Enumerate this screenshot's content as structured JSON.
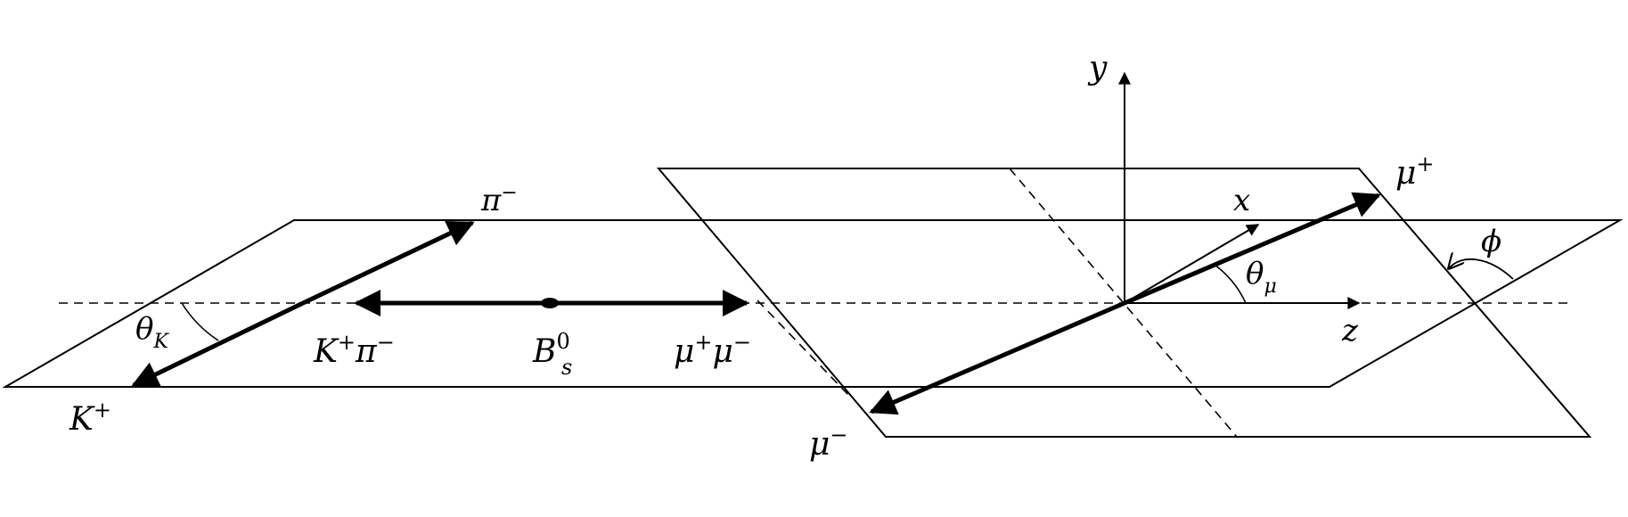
{
  "labels": {
    "pi_minus": {
      "base": "π",
      "sup": "−"
    },
    "k_plus": {
      "base": "K",
      "sup": "+"
    },
    "theta_k": {
      "base": "θ",
      "sub": "K"
    },
    "kpi_system": {
      "k": "K",
      "k_sup": "+",
      "pi": "π",
      "pi_sup": "−"
    },
    "bs0": {
      "base": "B",
      "sup": "0",
      "sub": "s"
    },
    "mumu_system": {
      "mu1": "μ",
      "mu1_sup": "+",
      "mu2": "μ",
      "mu2_sup": "−"
    },
    "y_axis": "y",
    "x_axis": "x",
    "z_axis": "z",
    "mu_plus": {
      "base": "μ",
      "sup": "+"
    },
    "mu_minus": {
      "base": "μ",
      "sup": "−"
    },
    "theta_mu": {
      "base": "θ",
      "sub": "μ"
    },
    "phi": "ϕ"
  },
  "colors": {
    "ink": "#000000",
    "background": "#ffffff"
  }
}
